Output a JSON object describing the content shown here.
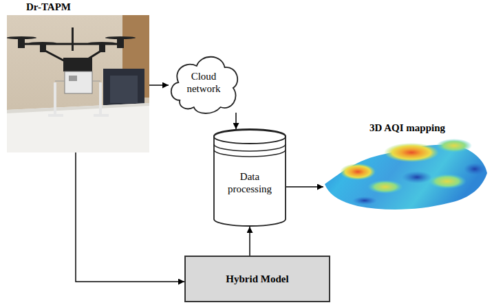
{
  "diagram": {
    "nodes": [
      {
        "text": [
          "Dr-TAPM"
        ]
      },
      {
        "text": [
          "Cloud network"
        ]
      },
      {
        "text": [
          "Data processing"
        ]
      },
      {
        "text": [
          "Hybrid Model"
        ]
      },
      {
        "text": [
          "3D AQI mapping"
        ]
      }
    ],
    "edges": [
      {
        "from": 0,
        "to": 1,
        "arrow": "to"
      },
      {
        "from": 1,
        "to": 2,
        "arrow": "to"
      },
      {
        "from": 0,
        "to": 3,
        "arrow": "to"
      },
      {
        "from": 3,
        "to": 2,
        "arrow": "to"
      },
      {
        "from": 2,
        "to": 4,
        "arrow": "to"
      }
    ]
  }
}
